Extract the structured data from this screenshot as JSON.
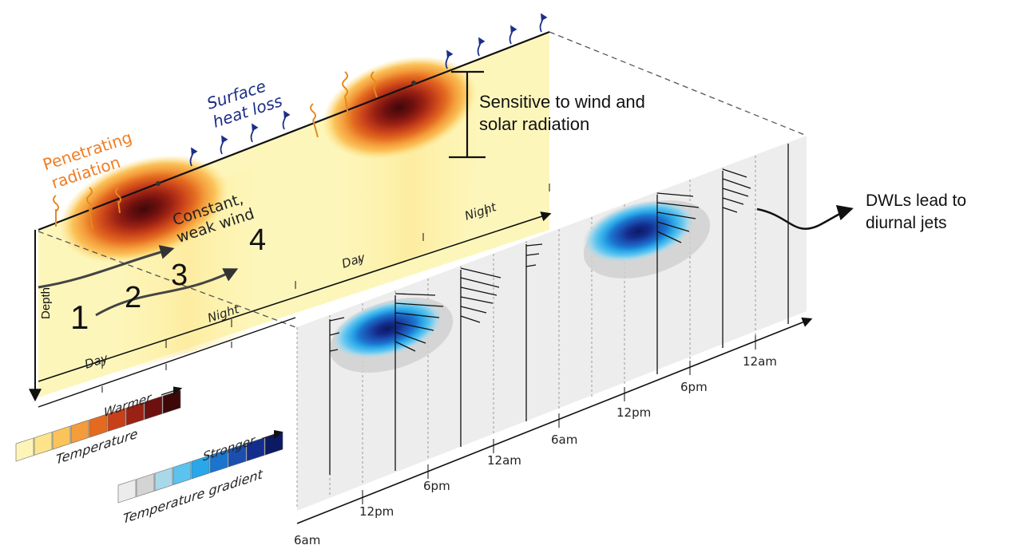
{
  "labels": {
    "penetrating_radiation": [
      "Penetrating",
      "radiation"
    ],
    "surface_heat_loss": [
      "Surface",
      "heat loss"
    ],
    "constant_weak_wind": [
      "Constant,",
      "weak wind"
    ],
    "depth": "Depth",
    "sensitive_note": [
      "Sensitive to wind and",
      "solar radiation"
    ],
    "dwl_note": [
      "DWLs lead to",
      "diurnal jets"
    ]
  },
  "steps": [
    "1",
    "2",
    "3",
    "4"
  ],
  "upper_time_axis": [
    "Day",
    "Night",
    "Day",
    "Night"
  ],
  "lower_time_axis": [
    "6am",
    "12pm",
    "6pm",
    "12am",
    "6am",
    "12pm",
    "6pm",
    "12am"
  ],
  "legends": {
    "temperature": {
      "label": "Temperature",
      "direction": "Warmer",
      "colors": [
        "#fdf5b8",
        "#fde48a",
        "#fbc35a",
        "#f49c3c",
        "#e36a20",
        "#c7401a",
        "#9a2113",
        "#6e1010",
        "#3f0808"
      ]
    },
    "gradient": {
      "label": "Temperature gradient",
      "direction": "Stronger",
      "colors": [
        "#ececec",
        "#d4d4d4",
        "#a9d8ea",
        "#5cc3ef",
        "#2aa7e8",
        "#1b75cf",
        "#1a4fb0",
        "#142d8d",
        "#0b1a62"
      ]
    }
  },
  "colors": {
    "surface_label": "#ef7d22",
    "heat_loss_label": "#1c2f87",
    "background_panel": "#fdf6bb",
    "gradient_panel": "#ededed"
  }
}
